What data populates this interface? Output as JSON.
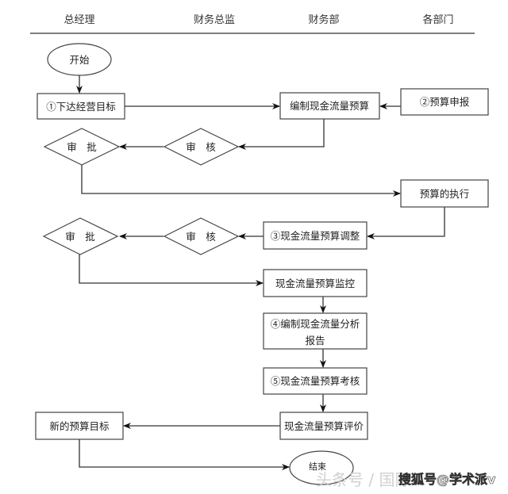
{
  "lanes": [
    "总经理",
    "财务总监",
    "财务部",
    "各部门"
  ],
  "nodes": {
    "start": "开始",
    "issue_targets": "①下达经营目标",
    "compile_budget": "编制现金流量预算",
    "budget_request": "②预算申报",
    "approve_1": "审　批",
    "review_1": "审　核",
    "budget_execution": "预算的执行",
    "budget_adjust": "③现金流量预算调整",
    "approve_2": "审　批",
    "review_2": "审　核",
    "budget_monitor": "现金流量预算监控",
    "analysis_report_line1": "④编制现金流量分析",
    "analysis_report_line2": "报告",
    "budget_assess": "⑤现金流量预算考核",
    "budget_evaluate": "现金流量预算评价",
    "new_targets": "新的预算目标",
    "end": "结束"
  },
  "watermark": {
    "left": "头条号 / 国际…",
    "right": "搜狐号@学术派v"
  }
}
